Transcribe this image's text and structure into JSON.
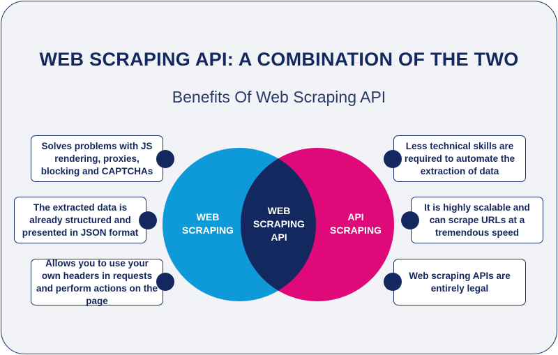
{
  "title": "WEB SCRAPING API: A COMBINATION OF THE TWO",
  "subtitle": "Benefits Of Web Scraping API",
  "colors": {
    "navy": "#13285e",
    "web_scraping": "#0e9ad8",
    "api_scraping": "#e0097a",
    "background": "#f1f3f7"
  },
  "venn": {
    "left_label": [
      "WEB",
      "SCRAPING"
    ],
    "center_label": [
      "WEB",
      "SCRAPING",
      "API"
    ],
    "right_label": [
      "API",
      "SCRAPING"
    ]
  },
  "left_benefits": [
    "Solves problems with JS rendering, proxies, blocking and CAPTCHAs",
    "The extracted data is already structured and presented in JSON format",
    "Allows you to use your own headers in requests and perform actions on the page"
  ],
  "right_benefits": [
    "Less technical skills are required to automate the extraction of data",
    "It is highly scalable and can scrape URLs at a tremendous speed",
    "Web scraping APIs are entirely legal"
  ]
}
